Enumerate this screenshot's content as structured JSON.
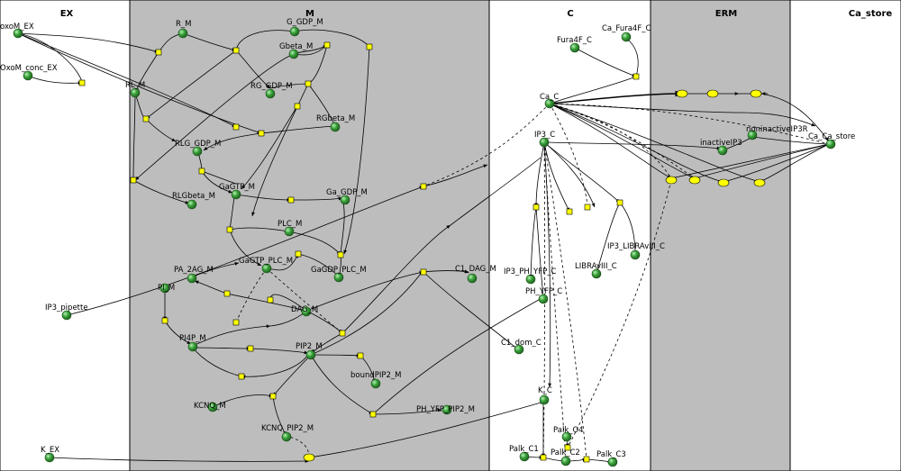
{
  "colors": {
    "grey_band": "#bdbdbd",
    "white_band": "#ffffff",
    "border": "#000000",
    "species_fill": "#2f8a2f",
    "reaction_fill": "#ffff00",
    "edge": "#000000"
  },
  "compartments": [
    {
      "id": "EX",
      "title": "EX",
      "shade": "white"
    },
    {
      "id": "M",
      "title": "M",
      "shade": "grey"
    },
    {
      "id": "C",
      "title": "C",
      "shade": "white"
    },
    {
      "id": "ERM",
      "title": "ERM",
      "shade": "grey"
    },
    {
      "id": "Ca_store",
      "title": "Ca_store",
      "shade": "white"
    }
  ],
  "species": [
    {
      "id": "oxoM_EX",
      "label": "oxoM_EX"
    },
    {
      "id": "OxoM_conc_EX",
      "label": "OxoM_conc_EX"
    },
    {
      "id": "IP3_pipette",
      "label": "IP3_pipette"
    },
    {
      "id": "K_EX",
      "label": "K_EX"
    },
    {
      "id": "R_M",
      "label": "R_M"
    },
    {
      "id": "G_GDP_M",
      "label": "G_GDP_M"
    },
    {
      "id": "Gbeta_M",
      "label": "Gbeta_M"
    },
    {
      "id": "RL_M",
      "label": "RL_M"
    },
    {
      "id": "RG_GDP_M",
      "label": "RG_GDP_M"
    },
    {
      "id": "RGbeta_M",
      "label": "RGbeta_M"
    },
    {
      "id": "RLG_GDP_M",
      "label": "RLG_GDP_M"
    },
    {
      "id": "GaGTP_M",
      "label": "GaGTP_M"
    },
    {
      "id": "RLGbeta_M",
      "label": "RLGbeta_M"
    },
    {
      "id": "Ga_GDP_M",
      "label": "Ga_GDP_M"
    },
    {
      "id": "PLC_M",
      "label": "PLC_M"
    },
    {
      "id": "GaGTP_PLC_M",
      "label": "GaGTP_PLC_M"
    },
    {
      "id": "GaGDP_PLC_M",
      "label": "GaGDP_PLC_M"
    },
    {
      "id": "PA_2AG_M",
      "label": "PA_2AG_M"
    },
    {
      "id": "PI_M",
      "label": "PI_M"
    },
    {
      "id": "DAG_M",
      "label": "DAG_M"
    },
    {
      "id": "PI4P_M",
      "label": "PI4P_M"
    },
    {
      "id": "PIP2_M",
      "label": "PIP2_M"
    },
    {
      "id": "boundPIP2_M",
      "label": "boundPIP2_M"
    },
    {
      "id": "KCNQ_M",
      "label": "KCNQ_M"
    },
    {
      "id": "KCNQ_PIP2_M",
      "label": "KCNQ_PIP2_M"
    },
    {
      "id": "PH_YFP_PIP2_M",
      "label": "PH_YFP_PIP2_M"
    },
    {
      "id": "C1_DAG_M",
      "label": "C1_DAG_M"
    },
    {
      "id": "Fura4F_C",
      "label": "Fura4F_C"
    },
    {
      "id": "Ca_Fura4F_C",
      "label": "Ca_Fura4F_C"
    },
    {
      "id": "Ca_C",
      "label": "Ca_C"
    },
    {
      "id": "IP3_C",
      "label": "IP3_C"
    },
    {
      "id": "IP3_PH_YFP_C",
      "label": "IP3_PH_YFP_C"
    },
    {
      "id": "PH_YFP_C",
      "label": "PH_YFP_C"
    },
    {
      "id": "C1_dom_C",
      "label": "C1_dom_C"
    },
    {
      "id": "K_C",
      "label": "K_C"
    },
    {
      "id": "Palk_O4",
      "label": "Palk_O4"
    },
    {
      "id": "Palk_C1",
      "label": "Palk_C1"
    },
    {
      "id": "Palk_C2",
      "label": "Palk_C2"
    },
    {
      "id": "Palk_C3",
      "label": "Palk_C3"
    },
    {
      "id": "LIBRAvIII_C",
      "label": "LIBRAvIII_C"
    },
    {
      "id": "IP3_LIBRAvIII_C",
      "label": "IP3_LIBRAvIII_C"
    },
    {
      "id": "inactiveIP3",
      "label": "inactiveIP3"
    },
    {
      "id": "noninactiveIP3R",
      "label": "noninactiveIP3R"
    },
    {
      "id": "Ca_Ca_store",
      "label": "Ca_Ca_store"
    }
  ]
}
